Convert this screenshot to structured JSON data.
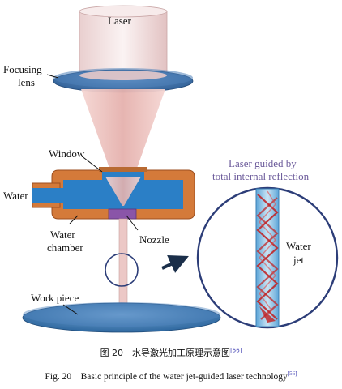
{
  "labels": {
    "laser": "Laser",
    "focusing_lens_1": "Focusing",
    "focusing_lens_2": "lens",
    "window": "Window",
    "water": "Water",
    "water_chamber_1": "Water",
    "water_chamber_2": "chamber",
    "nozzle": "Nozzle",
    "work_piece": "Work piece",
    "guided_1": "Laser guided by",
    "guided_2": "total internal reflection",
    "water_jet_1": "Water",
    "water_jet_2": "jet"
  },
  "caption": {
    "cn_text": "图 20　水导激光加工原理示意图",
    "cn_ref": "[56]",
    "en_text": "Fig. 20　Basic principle of the water jet-guided laser technology",
    "en_ref": "[56]"
  },
  "colors": {
    "laser_head": "#f3e4e4",
    "lens": "#3d6ea6",
    "beam": "#eab8b8",
    "chamber_outer": "#d47a3a",
    "chamber_water": "#2b7fc6",
    "nozzle": "#8a55a8",
    "workpiece": "#3b79b3",
    "jet_red": "#c0282a"
  }
}
